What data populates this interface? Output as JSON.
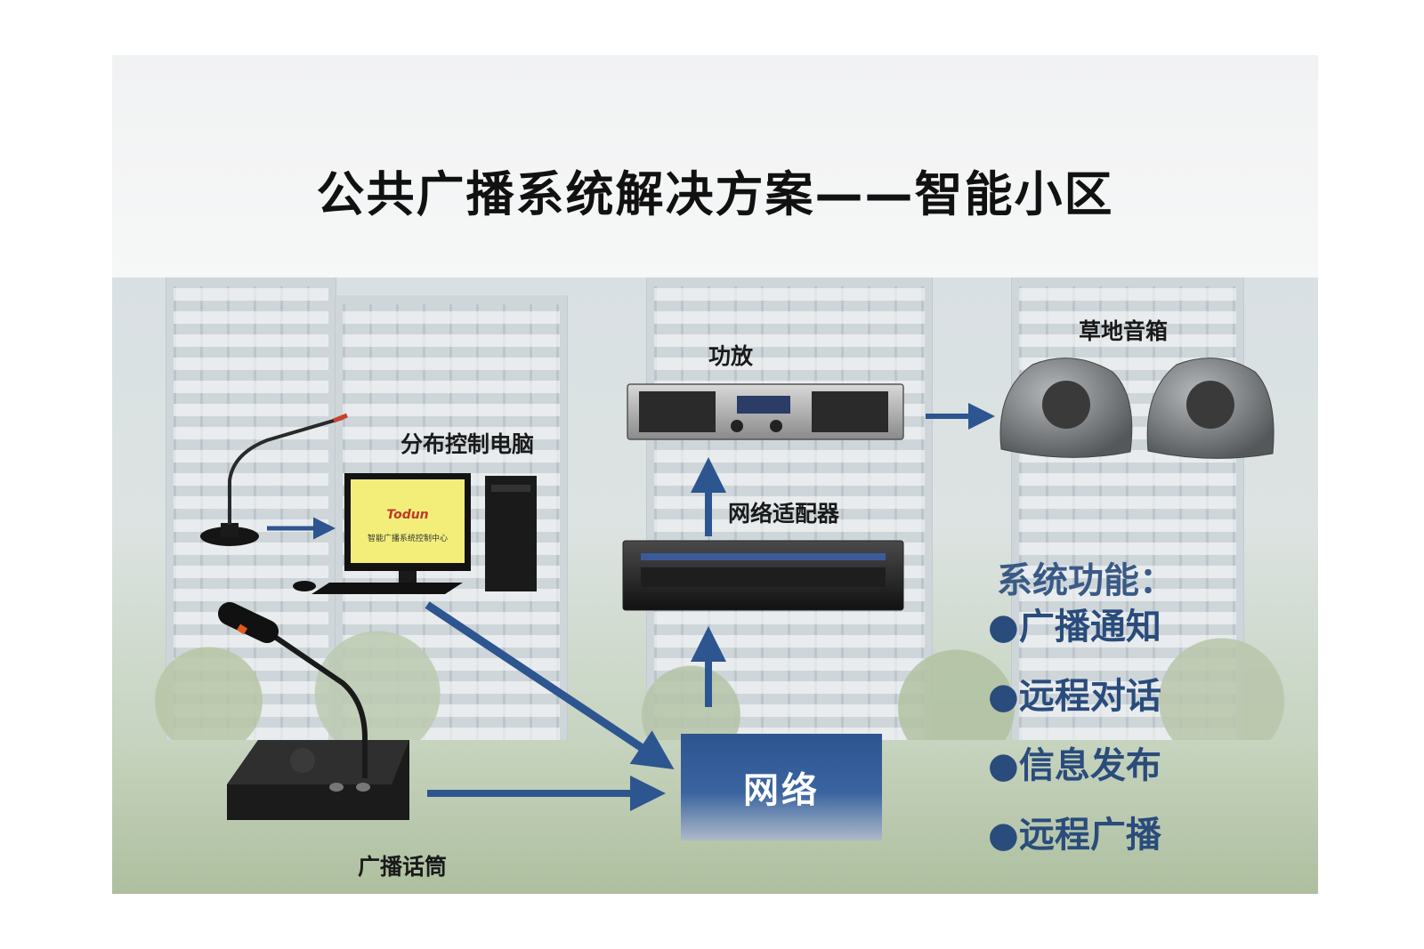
{
  "title": "公共广播系统解决方案——智能小区",
  "devices": {
    "amplifier": "功放",
    "lawn_speakers": "草地音箱",
    "control_pc": "分布控制电脑",
    "network_adapter": "网络适配器",
    "paging_mic": "广播话筒",
    "network": "网络"
  },
  "screen": {
    "brand": "Todun",
    "caption": "智能广播系统控制中心"
  },
  "features": {
    "title": "系统功能：",
    "items": [
      "广播通知",
      "远程对话",
      "信息发布",
      "远程广播"
    ]
  },
  "colors": {
    "arrow": "#2d5590",
    "network_box": "#2d5590",
    "feature_text": "#2a4c7c"
  }
}
